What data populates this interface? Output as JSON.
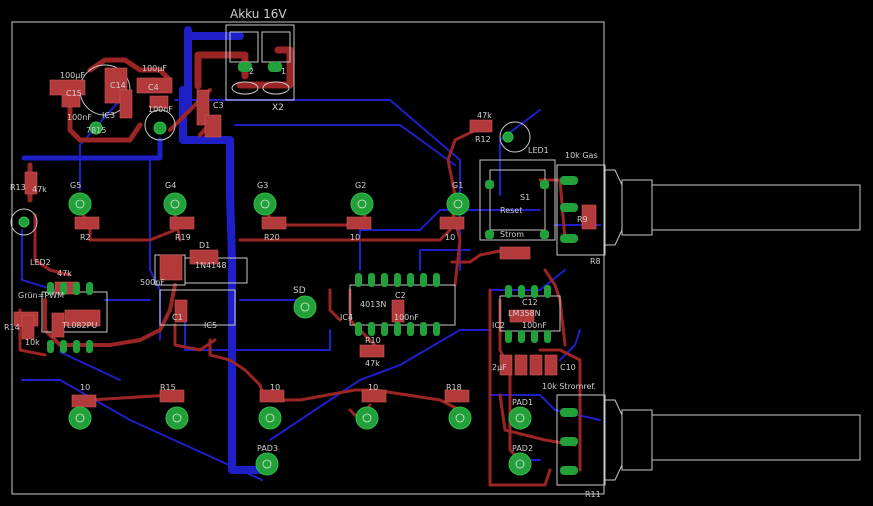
{
  "board": {
    "power_label": "Akku 16V",
    "connector_label": "X2",
    "connector_pins": [
      "2",
      "1"
    ]
  },
  "parts": [
    {
      "ref": "100µF"
    },
    {
      "ref": "100µF"
    },
    {
      "ref": "C15"
    },
    {
      "ref": "C14"
    },
    {
      "ref": "C4"
    },
    {
      "ref": "100nF"
    },
    {
      "ref": "100nF"
    },
    {
      "ref": "IC3"
    },
    {
      "ref": "7815"
    },
    {
      "ref": "C3"
    },
    {
      "ref": "47k"
    },
    {
      "ref": "R12"
    },
    {
      "ref": "LED1"
    },
    {
      "ref": "10k Gas"
    },
    {
      "ref": "R13"
    },
    {
      "ref": "47k"
    },
    {
      "ref": "LED2"
    },
    {
      "ref": "Grün=PWM"
    },
    {
      "ref": "G5"
    },
    {
      "ref": "G4"
    },
    {
      "ref": "G3"
    },
    {
      "ref": "G2"
    },
    {
      "ref": "G1"
    },
    {
      "ref": "R2"
    },
    {
      "ref": "R19"
    },
    {
      "ref": "R20"
    },
    {
      "ref": "10"
    },
    {
      "ref": "10"
    },
    {
      "ref": "R9"
    },
    {
      "ref": "R8"
    },
    {
      "ref": "S1"
    },
    {
      "ref": "Reset"
    },
    {
      "ref": "Strom"
    },
    {
      "ref": "D1"
    },
    {
      "ref": "1N4148"
    },
    {
      "ref": "500nF"
    },
    {
      "ref": "IC5"
    },
    {
      "ref": "C1"
    },
    {
      "ref": "47k"
    },
    {
      "ref": "R14"
    },
    {
      "ref": "10k"
    },
    {
      "ref": "TL082PU"
    },
    {
      "ref": "SD"
    },
    {
      "ref": "IC4"
    },
    {
      "ref": "4013N"
    },
    {
      "ref": "C2"
    },
    {
      "ref": "100nF"
    },
    {
      "ref": "R10"
    },
    {
      "ref": "47k"
    },
    {
      "ref": "IC2"
    },
    {
      "ref": "LM358N"
    },
    {
      "ref": "C12"
    },
    {
      "ref": "100nF"
    },
    {
      "ref": "2µF"
    },
    {
      "ref": "C10"
    },
    {
      "ref": "10k Stromref."
    },
    {
      "ref": "R15"
    },
    {
      "ref": "R18"
    },
    {
      "ref": "10"
    },
    {
      "ref": "10"
    },
    {
      "ref": "10"
    },
    {
      "ref": "PAD1"
    },
    {
      "ref": "PAD2"
    },
    {
      "ref": "PAD3"
    },
    {
      "ref": "R11"
    }
  ],
  "colors": {
    "background": "#000000",
    "trace_bottom": "#1f1fc8",
    "trace_top": "#9b2424",
    "pad": "#22a03a",
    "smd": "#b23a3a",
    "outline": "#c8c8c8"
  }
}
